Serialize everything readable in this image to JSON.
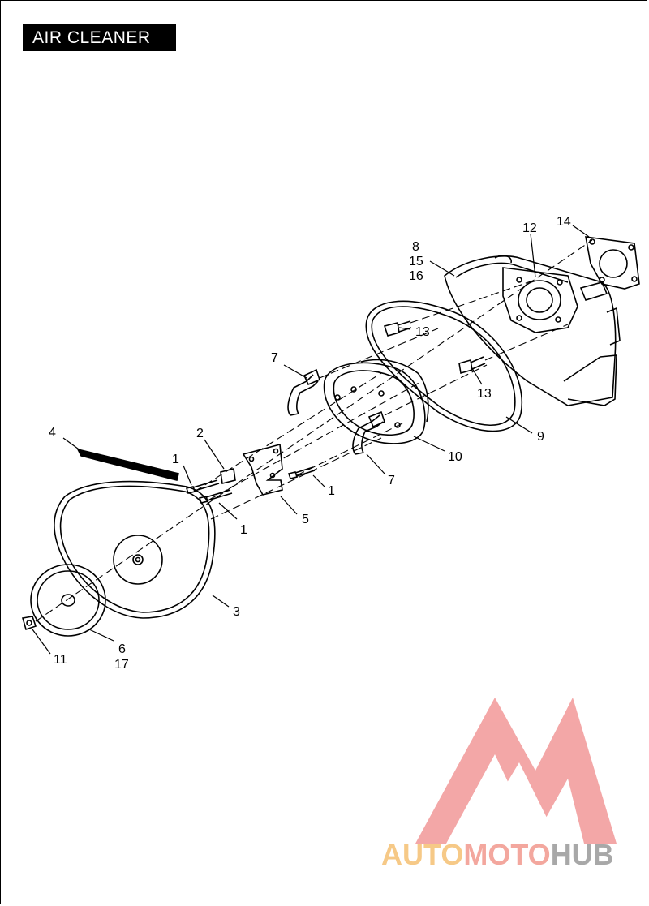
{
  "title": "AIR CLEANER",
  "callouts": [
    "1",
    "1",
    "1",
    "2",
    "3",
    "4",
    "5",
    "6",
    "17",
    "7",
    "7",
    "8",
    "15",
    "16",
    "9",
    "10",
    "11",
    "12",
    "13",
    "13",
    "14"
  ],
  "watermark": {
    "part1": "AUTO",
    "part2": "MOTO",
    "part3": "HUB",
    "color_auto": "#f4b860",
    "color_moto": "#f08a7e",
    "color_hub": "#8c8c8c",
    "logo_color": "#f08a8a"
  }
}
